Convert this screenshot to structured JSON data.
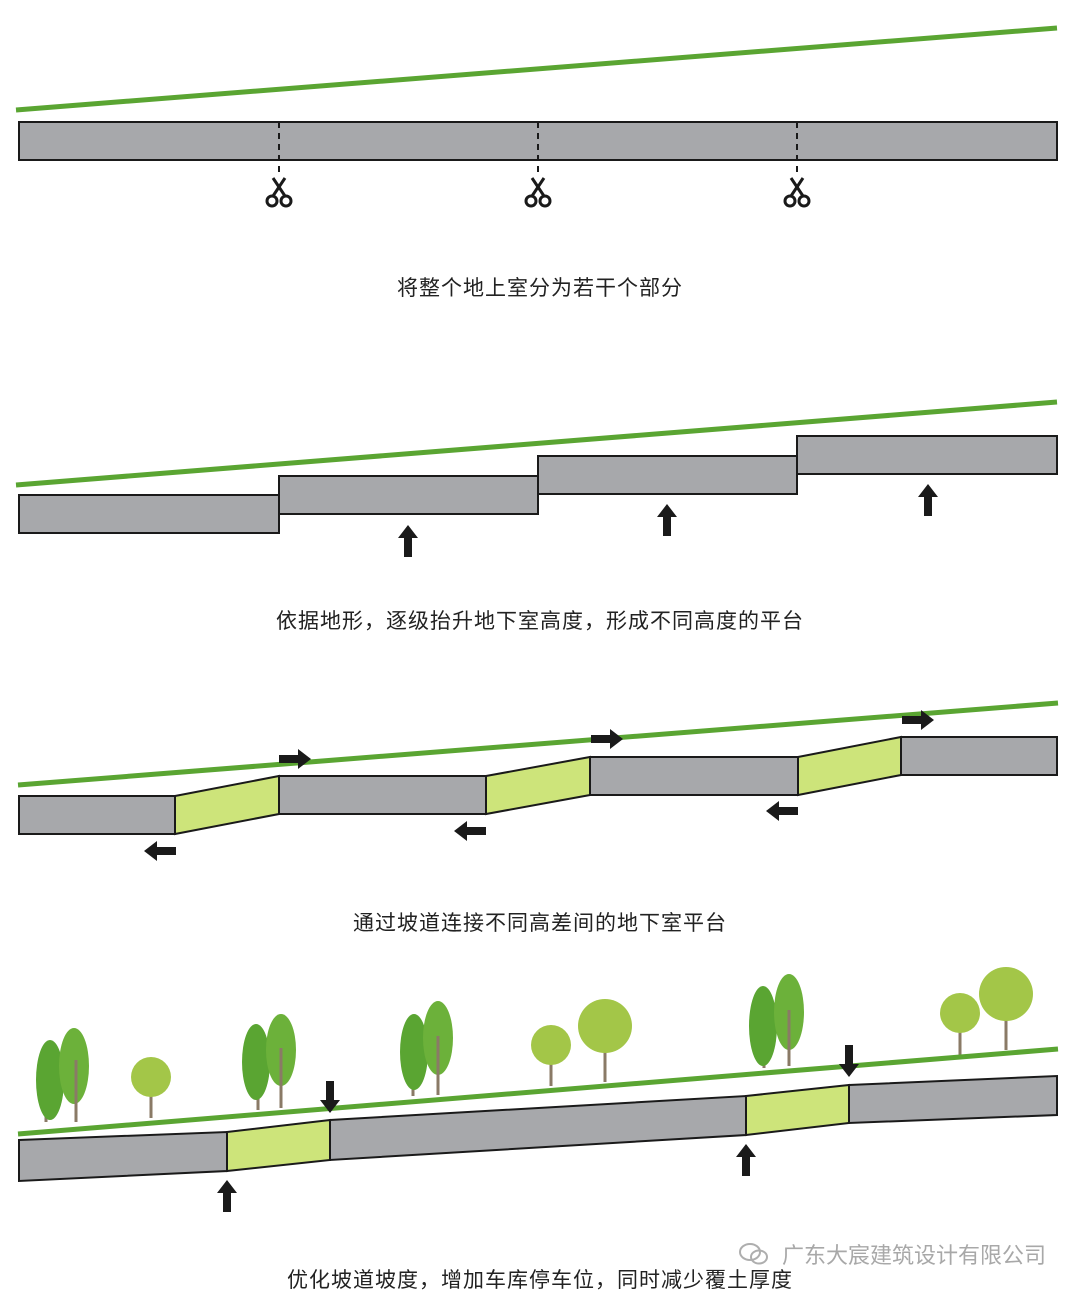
{
  "panels": [
    {
      "caption": "将整个地上室分为若干个部分"
    },
    {
      "caption": "依据地形，逐级抬升地下室高度，形成不同高度的平台"
    },
    {
      "caption": "通过坡道连接不同高差间的地下室平台"
    },
    {
      "caption": "优化坡道坡度，增加车库停车位，同时减少覆土厚度"
    }
  ],
  "watermark": "广东大宸建筑设计有限公司",
  "colors": {
    "ground_line": "#5aa532",
    "basement_fill": "#a7a8ab",
    "ramp_fill": "#cde47a",
    "outline": "#1a1a1a",
    "arrow": "#1a1a1a"
  },
  "icons": [
    "scissors-icon",
    "arrow-up-icon",
    "arrow-left-icon",
    "arrow-right-icon",
    "arrow-down-icon",
    "tree-icon"
  ]
}
